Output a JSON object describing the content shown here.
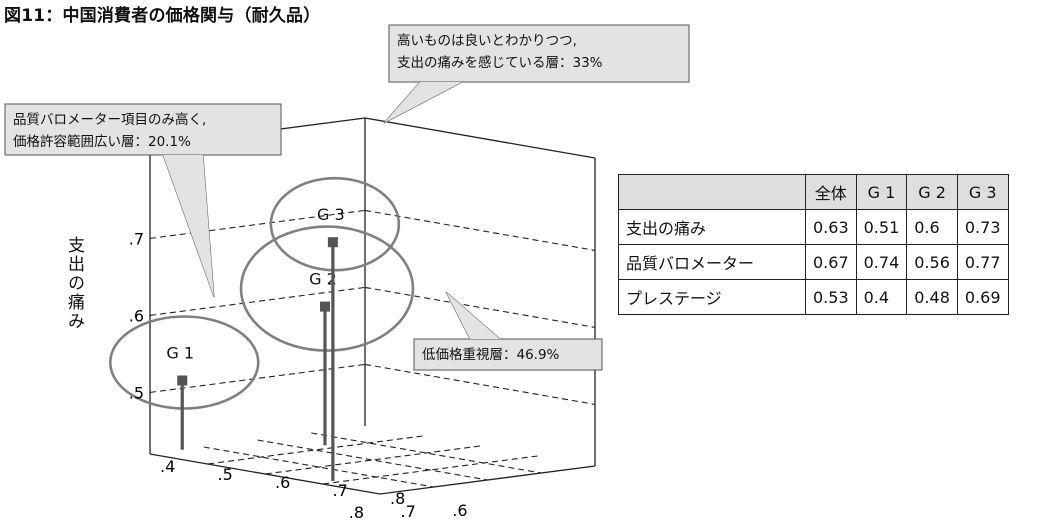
{
  "page_title": "図11：中国消費者の価格関与（耐久品）",
  "chart_data": {
    "type": "scatter",
    "z_label": "支出の痛み",
    "z_ticks": [
      ".5",
      ".6",
      ".7"
    ],
    "left_axis_ticks": [
      ".8",
      ".7",
      ".6"
    ],
    "right_axis_ticks": [
      ".4",
      ".5",
      ".6",
      ".7",
      ".8"
    ],
    "points": [
      {
        "label": "G 1",
        "pain": 0.51,
        "quality": 0.74,
        "prestige": 0.4
      },
      {
        "label": "G 2",
        "pain": 0.6,
        "quality": 0.56,
        "prestige": 0.48
      },
      {
        "label": "G 3",
        "pain": 0.73,
        "quality": 0.77,
        "prestige": 0.69
      }
    ],
    "callouts": [
      {
        "group": "G 3",
        "lines": [
          "高いものは良いとわかりつつ,",
          "支出の痛みを感じている層：33%"
        ]
      },
      {
        "group": "G 1",
        "lines": [
          "品質バロメーター項目のみ高く,",
          "価格許容範囲広い層：20.1%"
        ]
      },
      {
        "group": "G 2",
        "lines": [
          "低価格重視層：46.9%"
        ]
      }
    ],
    "colors": {
      "stem": "#555555",
      "marker": "#555555",
      "ellipse": "#808080",
      "callout_fill": "#e3e3e3",
      "box": "#222222"
    }
  },
  "table": {
    "header": [
      "",
      "全体",
      "G 1",
      "G 2",
      "G 3"
    ],
    "rows": [
      {
        "label": "支出の痛み",
        "values": [
          "0.63",
          "0.51",
          "0.6",
          "0.73"
        ]
      },
      {
        "label": "品質バロメーター",
        "values": [
          "0.67",
          "0.74",
          "0.56",
          "0.77"
        ]
      },
      {
        "label": "プレステージ",
        "values": [
          "0.53",
          "0.4",
          "0.48",
          "0.69"
        ]
      }
    ]
  }
}
